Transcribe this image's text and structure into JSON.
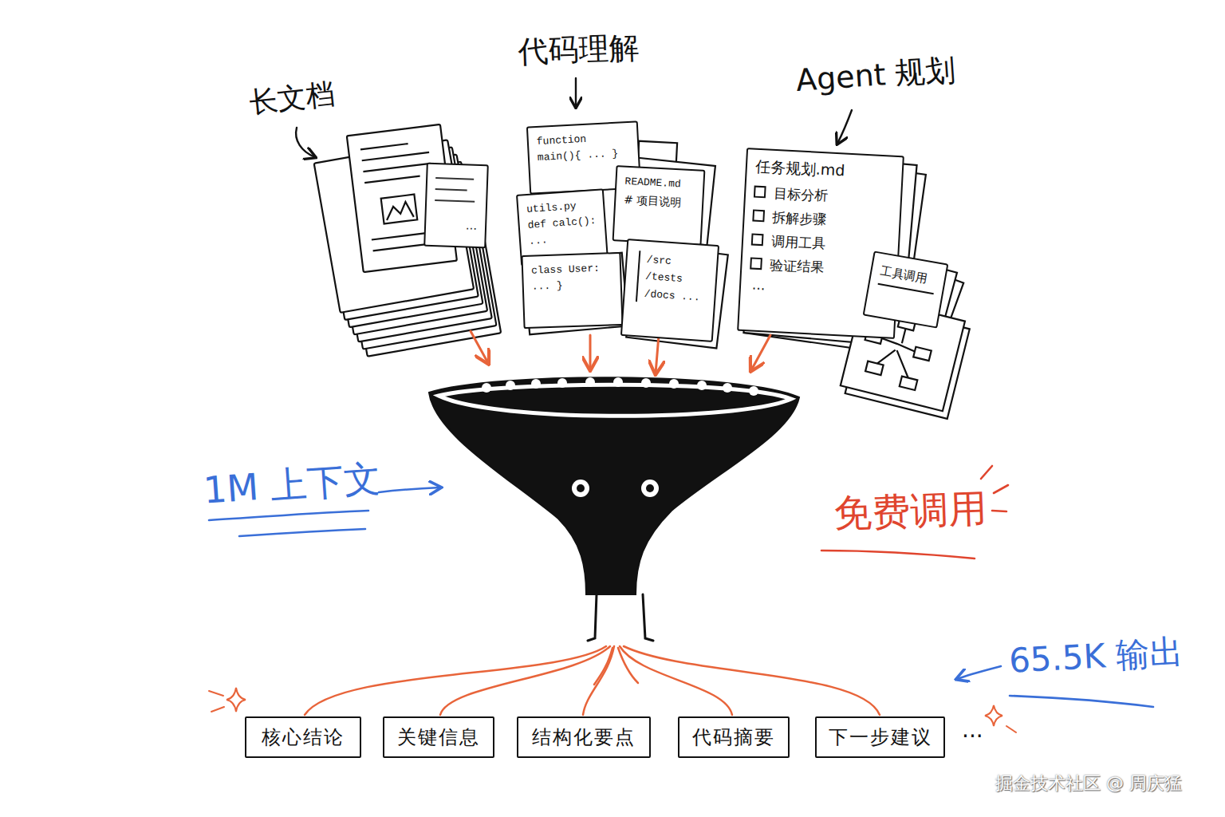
{
  "diagram": {
    "nodes": [
      {
        "text": [
          "..."
        ]
      },
      {
        "text": [
          "function main(){ ... }"
        ]
      },
      {
        "text": [
          "utils.py",
          "def calc(): ..."
        ]
      },
      {
        "text": [
          "README.md",
          "# 项目说明"
        ]
      },
      {
        "text": [
          "class User: ... }"
        ]
      },
      {
        "text": [
          "/src /tests /docs ..."
        ]
      },
      {
        "text": [
          "任务规划.md",
          "目标分析",
          "拆解步骤",
          "调用工具",
          "验证结果",
          "..."
        ]
      },
      {
        "text": [
          "工具调用"
        ]
      },
      {
        "text": [
          "核心结论"
        ]
      },
      {
        "text": [
          "关键信息"
        ]
      },
      {
        "text": [
          "结构化要点"
        ]
      },
      {
        "text": [
          "代码摘要"
        ]
      },
      {
        "text": [
          "下一步建议"
        ]
      }
    ],
    "labels": [
      "长文档",
      "代码理解",
      "Agent 规划",
      "1M 上下文",
      "免费调用",
      "65.5K 输出",
      "...",
      "掘金技术社区 @ 周庆猛"
    ]
  }
}
